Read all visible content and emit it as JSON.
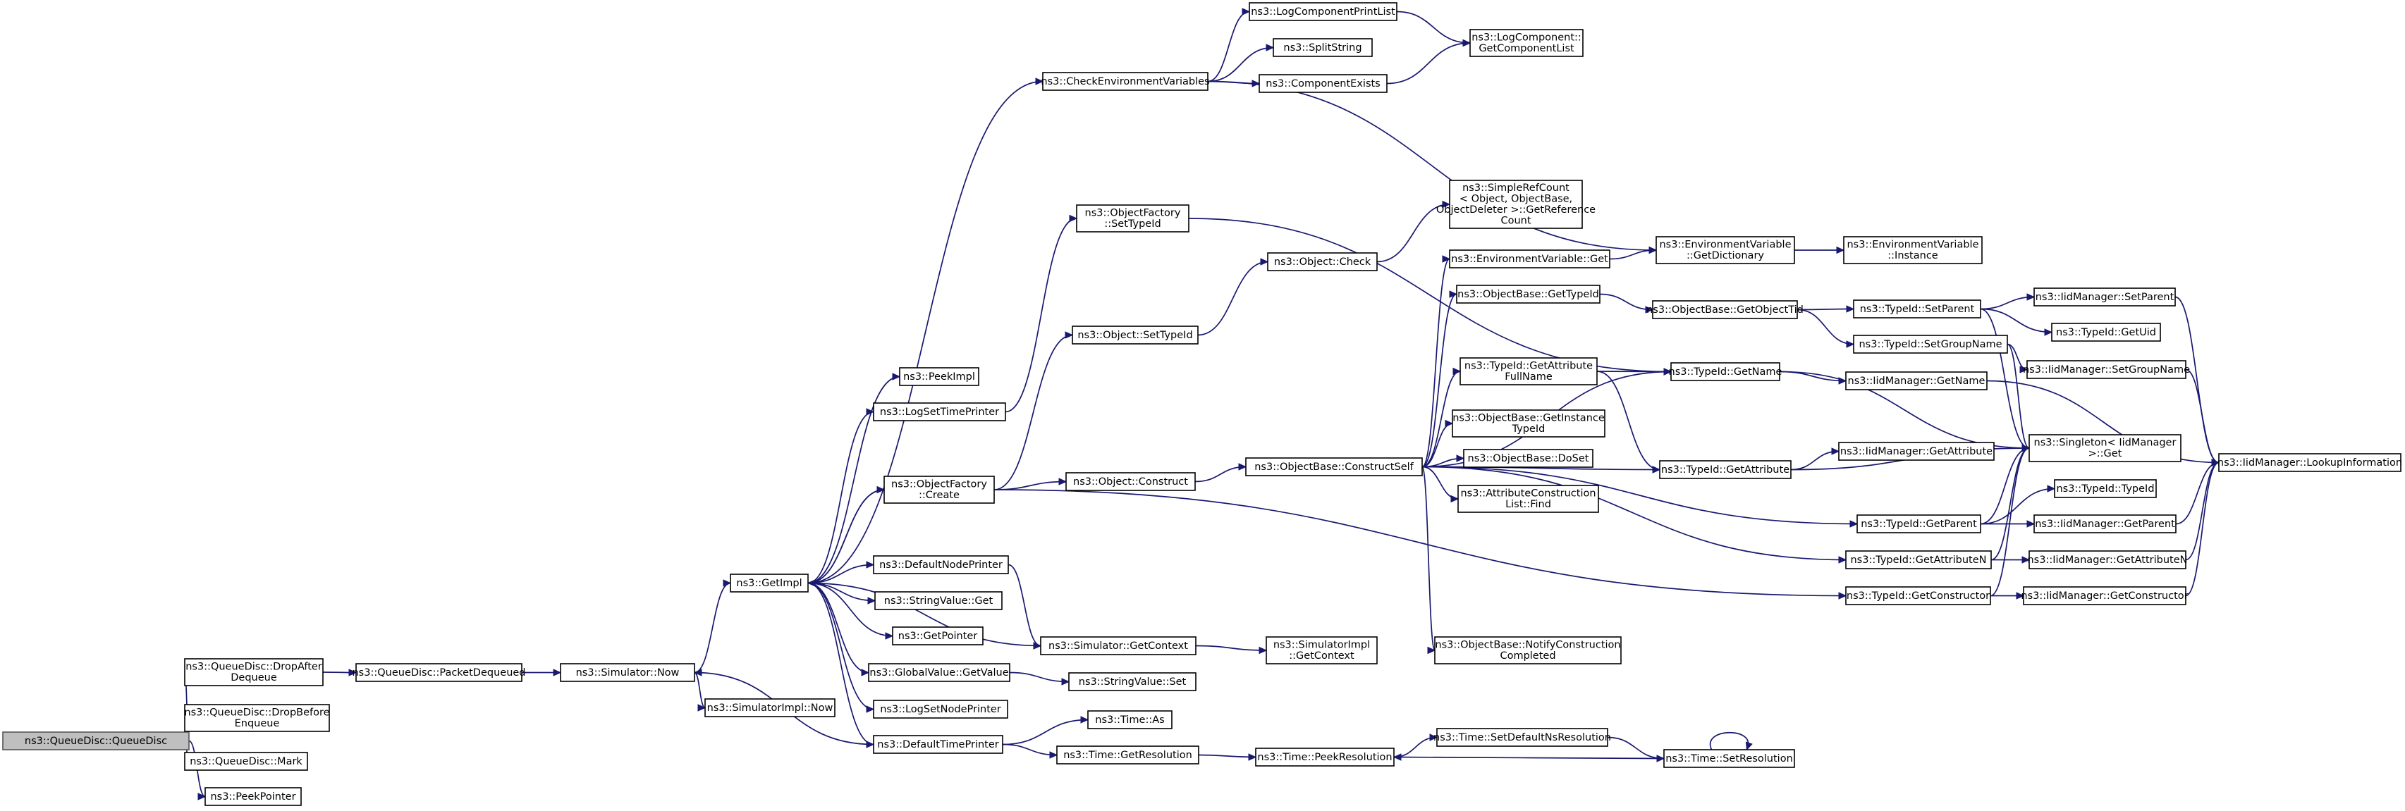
{
  "colors": {
    "edge": "#191970",
    "node_border": "#000000",
    "root_fill": "#bfbfbf"
  },
  "nodes": [
    {
      "id": "n_qd",
      "lines": [
        "ns3::QueueDisc::QueueDisc"
      ],
      "root": true
    },
    {
      "id": "n_dropafter",
      "lines": [
        "ns3::QueueDisc::DropAfter",
        "Dequeue"
      ]
    },
    {
      "id": "n_dropbefore",
      "lines": [
        "ns3::QueueDisc::DropBefore",
        "Enqueue"
      ]
    },
    {
      "id": "n_mark",
      "lines": [
        "ns3::QueueDisc::Mark"
      ]
    },
    {
      "id": "n_peekptr",
      "lines": [
        "ns3::PeekPointer"
      ]
    },
    {
      "id": "n_pktdeq",
      "lines": [
        "ns3::QueueDisc::PacketDequeued"
      ]
    },
    {
      "id": "n_now",
      "lines": [
        "ns3::Simulator::Now"
      ]
    },
    {
      "id": "n_getimpl",
      "lines": [
        "ns3::GetImpl"
      ]
    },
    {
      "id": "n_simimplnow",
      "lines": [
        "ns3::SimulatorImpl::Now"
      ]
    },
    {
      "id": "n_peekimpl",
      "lines": [
        "ns3::PeekImpl"
      ]
    },
    {
      "id": "n_logsettime",
      "lines": [
        "ns3::LogSetTimePrinter"
      ]
    },
    {
      "id": "n_ofcreate",
      "lines": [
        "ns3::ObjectFactory",
        "::Create"
      ]
    },
    {
      "id": "n_defnodeprinter",
      "lines": [
        "ns3::DefaultNodePrinter"
      ]
    },
    {
      "id": "n_strvalget",
      "lines": [
        "ns3::StringValue::Get"
      ]
    },
    {
      "id": "n_getpointer",
      "lines": [
        "ns3::GetPointer"
      ]
    },
    {
      "id": "n_gvgetvalue",
      "lines": [
        "ns3::GlobalValue::GetValue"
      ]
    },
    {
      "id": "n_logsetnode",
      "lines": [
        "ns3::LogSetNodePrinter"
      ]
    },
    {
      "id": "n_deftimeprinter",
      "lines": [
        "ns3::DefaultTimePrinter"
      ]
    },
    {
      "id": "n_checkenv",
      "lines": [
        "ns3::CheckEnvironmentVariables"
      ]
    },
    {
      "id": "n_oftypeid",
      "lines": [
        "ns3::ObjectFactory",
        "::SetTypeId"
      ]
    },
    {
      "id": "n_objsettypeid",
      "lines": [
        "ns3::Object::SetTypeId"
      ]
    },
    {
      "id": "n_objconstruct",
      "lines": [
        "ns3::Object::Construct"
      ]
    },
    {
      "id": "n_simgetctx",
      "lines": [
        "ns3::Simulator::GetContext"
      ]
    },
    {
      "id": "n_strvalset",
      "lines": [
        "ns3::StringValue::Set"
      ]
    },
    {
      "id": "n_timeas",
      "lines": [
        "ns3::Time::As"
      ]
    },
    {
      "id": "n_timegetres",
      "lines": [
        "ns3::Time::GetResolution"
      ]
    },
    {
      "id": "n_logcompprint",
      "lines": [
        "ns3::LogComponentPrintList"
      ]
    },
    {
      "id": "n_splitstring",
      "lines": [
        "ns3::SplitString"
      ]
    },
    {
      "id": "n_compexists",
      "lines": [
        "ns3::ComponentExists"
      ]
    },
    {
      "id": "n_objcheck",
      "lines": [
        "ns3::Object::Check"
      ]
    },
    {
      "id": "n_obconstructself",
      "lines": [
        "ns3::ObjectBase::ConstructSelf"
      ]
    },
    {
      "id": "n_simimplgetctx",
      "lines": [
        "ns3::SimulatorImpl",
        "::GetContext"
      ]
    },
    {
      "id": "n_peekres",
      "lines": [
        "ns3::Time::PeekResolution"
      ]
    },
    {
      "id": "n_setdefns",
      "lines": [
        "ns3::Time::SetDefaultNsResolution"
      ]
    },
    {
      "id": "n_logcompgetlist",
      "lines": [
        "ns3::LogComponent::",
        "GetComponentList"
      ]
    },
    {
      "id": "n_simplerefcount",
      "lines": [
        "ns3::SimpleRefCount",
        "< Object, ObjectBase,",
        "ObjectDeleter >::GetReference",
        "Count"
      ]
    },
    {
      "id": "n_envvarget",
      "lines": [
        "ns3::EnvironmentVariable::Get"
      ]
    },
    {
      "id": "n_obgettypeid",
      "lines": [
        "ns3::ObjectBase::GetTypeId"
      ]
    },
    {
      "id": "n_tidattrfull",
      "lines": [
        "ns3::TypeId::GetAttribute",
        "FullName"
      ]
    },
    {
      "id": "n_obgetinst",
      "lines": [
        "ns3::ObjectBase::GetInstance",
        "TypeId"
      ]
    },
    {
      "id": "n_obdoset",
      "lines": [
        "ns3::ObjectBase::DoSet"
      ]
    },
    {
      "id": "n_acfind",
      "lines": [
        "ns3::AttributeConstruction",
        "List::Find"
      ]
    },
    {
      "id": "n_obnotify",
      "lines": [
        "ns3::ObjectBase::NotifyConstruction",
        "Completed"
      ]
    },
    {
      "id": "n_timesetres",
      "lines": [
        "ns3::Time::SetResolution"
      ]
    },
    {
      "id": "n_envgetdict",
      "lines": [
        "ns3::EnvironmentVariable",
        "::GetDictionary"
      ]
    },
    {
      "id": "n_obgetobjtid",
      "lines": [
        "ns3::ObjectBase::GetObjectTid"
      ]
    },
    {
      "id": "n_tidgetname",
      "lines": [
        "ns3::TypeId::GetName"
      ]
    },
    {
      "id": "n_tidgetattr",
      "lines": [
        "ns3::TypeId::GetAttribute"
      ]
    },
    {
      "id": "n_tidgetparent",
      "lines": [
        "ns3::TypeId::GetParent"
      ]
    },
    {
      "id": "n_tidgetattrn",
      "lines": [
        "ns3::TypeId::GetAttributeN"
      ]
    },
    {
      "id": "n_tidgetctor",
      "lines": [
        "ns3::TypeId::GetConstructor"
      ]
    },
    {
      "id": "n_envinstance",
      "lines": [
        "ns3::EnvironmentVariable",
        "::Instance"
      ]
    },
    {
      "id": "n_tidsetparent",
      "lines": [
        "ns3::TypeId::SetParent"
      ]
    },
    {
      "id": "n_tidsetgroup",
      "lines": [
        "ns3::TypeId::SetGroupName"
      ]
    },
    {
      "id": "n_iidgetname",
      "lines": [
        "ns3::IidManager::GetName"
      ]
    },
    {
      "id": "n_iidgetattr",
      "lines": [
        "ns3::IidManager::GetAttribute"
      ]
    },
    {
      "id": "n_singleton",
      "lines": [
        "ns3::Singleton< IidManager",
        ">::Get"
      ]
    },
    {
      "id": "n_tidtypeid",
      "lines": [
        "ns3::TypeId::TypeId"
      ]
    },
    {
      "id": "n_iidgetparent",
      "lines": [
        "ns3::IidManager::GetParent"
      ]
    },
    {
      "id": "n_iidgetattrn",
      "lines": [
        "ns3::IidManager::GetAttributeN"
      ]
    },
    {
      "id": "n_iidgetctor",
      "lines": [
        "ns3::IidManager::GetConstructor"
      ]
    },
    {
      "id": "n_iidsetparent",
      "lines": [
        "ns3::IidManager::SetParent"
      ]
    },
    {
      "id": "n_tidgetuid",
      "lines": [
        "ns3::TypeId::GetUid"
      ]
    },
    {
      "id": "n_iidsetgroup",
      "lines": [
        "ns3::IidManager::SetGroupName"
      ]
    },
    {
      "id": "n_iidlookup",
      "lines": [
        "ns3::IidManager::LookupInformation"
      ]
    }
  ],
  "edges": [
    [
      "n_qd",
      "n_dropafter"
    ],
    [
      "n_qd",
      "n_dropbefore"
    ],
    [
      "n_qd",
      "n_mark"
    ],
    [
      "n_qd",
      "n_peekptr"
    ],
    [
      "n_dropafter",
      "n_pktdeq"
    ],
    [
      "n_pktdeq",
      "n_now"
    ],
    [
      "n_now",
      "n_getimpl"
    ],
    [
      "n_now",
      "n_simimplnow"
    ],
    [
      "n_getimpl",
      "n_peekimpl"
    ],
    [
      "n_getimpl",
      "n_logsettime"
    ],
    [
      "n_getimpl",
      "n_ofcreate"
    ],
    [
      "n_getimpl",
      "n_defnodeprinter"
    ],
    [
      "n_getimpl",
      "n_strvalget"
    ],
    [
      "n_getimpl",
      "n_getpointer"
    ],
    [
      "n_getimpl",
      "n_gvgetvalue"
    ],
    [
      "n_getimpl",
      "n_logsetnode"
    ],
    [
      "n_getimpl",
      "n_deftimeprinter"
    ],
    [
      "n_getimpl",
      "n_checkenv"
    ],
    [
      "n_getimpl",
      "n_simgetctx"
    ],
    [
      "n_ofcreate",
      "n_getimpl"
    ],
    [
      "n_ofcreate",
      "n_objsettypeid"
    ],
    [
      "n_ofcreate",
      "n_objconstruct"
    ],
    [
      "n_ofcreate",
      "n_tidgetctor"
    ],
    [
      "n_logsettime",
      "n_oftypeid"
    ],
    [
      "n_oftypeid",
      "n_tidgetname"
    ],
    [
      "n_defnodeprinter",
      "n_simgetctx"
    ],
    [
      "n_gvgetvalue",
      "n_strvalset"
    ],
    [
      "n_deftimeprinter",
      "n_now"
    ],
    [
      "n_deftimeprinter",
      "n_timeas"
    ],
    [
      "n_deftimeprinter",
      "n_timegetres"
    ],
    [
      "n_checkenv",
      "n_logcompprint"
    ],
    [
      "n_checkenv",
      "n_splitstring"
    ],
    [
      "n_checkenv",
      "n_compexists"
    ],
    [
      "n_checkenv",
      "n_envgetdict"
    ],
    [
      "n_logcompprint",
      "n_logcompgetlist"
    ],
    [
      "n_compexists",
      "n_logcompgetlist"
    ],
    [
      "n_objsettypeid",
      "n_objcheck"
    ],
    [
      "n_objcheck",
      "n_simplerefcount"
    ],
    [
      "n_objconstruct",
      "n_obconstructself"
    ],
    [
      "n_simgetctx",
      "n_simimplgetctx"
    ],
    [
      "n_timegetres",
      "n_peekres"
    ],
    [
      "n_peekres",
      "n_setdefns"
    ],
    [
      "n_setdefns",
      "n_timesetres"
    ],
    [
      "n_timesetres",
      "n_peekres"
    ],
    [
      "n_timesetres",
      "n_timesetres"
    ],
    [
      "n_obconstructself",
      "n_envvarget"
    ],
    [
      "n_obconstructself",
      "n_obgettypeid"
    ],
    [
      "n_obconstructself",
      "n_tidgetname"
    ],
    [
      "n_obconstructself",
      "n_tidattrfull"
    ],
    [
      "n_obconstructself",
      "n_obgetinst"
    ],
    [
      "n_obconstructself",
      "n_obdoset"
    ],
    [
      "n_obconstructself",
      "n_acfind"
    ],
    [
      "n_obconstructself",
      "n_tidgetattr"
    ],
    [
      "n_obconstructself",
      "n_tidgetparent"
    ],
    [
      "n_obconstructself",
      "n_tidgetattrn"
    ],
    [
      "n_obconstructself",
      "n_obnotify"
    ],
    [
      "n_envvarget",
      "n_envgetdict"
    ],
    [
      "n_envgetdict",
      "n_envinstance"
    ],
    [
      "n_obgettypeid",
      "n_obgetobjtid"
    ],
    [
      "n_obgetobjtid",
      "n_tidsetparent"
    ],
    [
      "n_obgetobjtid",
      "n_tidsetgroup"
    ],
    [
      "n_tidattrfull",
      "n_tidgetname"
    ],
    [
      "n_tidattrfull",
      "n_tidgetattr"
    ],
    [
      "n_tidgetname",
      "n_iidgetname"
    ],
    [
      "n_tidgetname",
      "n_singleton"
    ],
    [
      "n_tidgetattr",
      "n_iidgetattr"
    ],
    [
      "n_tidgetattr",
      "n_singleton"
    ],
    [
      "n_tidgetparent",
      "n_tidtypeid"
    ],
    [
      "n_tidgetparent",
      "n_iidgetparent"
    ],
    [
      "n_tidgetparent",
      "n_singleton"
    ],
    [
      "n_tidgetattrn",
      "n_iidgetattrn"
    ],
    [
      "n_tidgetattrn",
      "n_singleton"
    ],
    [
      "n_tidgetctor",
      "n_iidgetctor"
    ],
    [
      "n_tidgetctor",
      "n_singleton"
    ],
    [
      "n_tidsetparent",
      "n_iidsetparent"
    ],
    [
      "n_tidsetparent",
      "n_tidgetuid"
    ],
    [
      "n_tidsetparent",
      "n_singleton"
    ],
    [
      "n_tidsetgroup",
      "n_iidsetgroup"
    ],
    [
      "n_tidsetgroup",
      "n_singleton"
    ],
    [
      "n_iidgetname",
      "n_iidlookup"
    ],
    [
      "n_iidsetparent",
      "n_iidlookup"
    ],
    [
      "n_iidsetgroup",
      "n_iidlookup"
    ],
    [
      "n_iidgetparent",
      "n_iidlookup"
    ],
    [
      "n_iidgetattrn",
      "n_iidlookup"
    ],
    [
      "n_iidgetctor",
      "n_iidlookup"
    ]
  ]
}
